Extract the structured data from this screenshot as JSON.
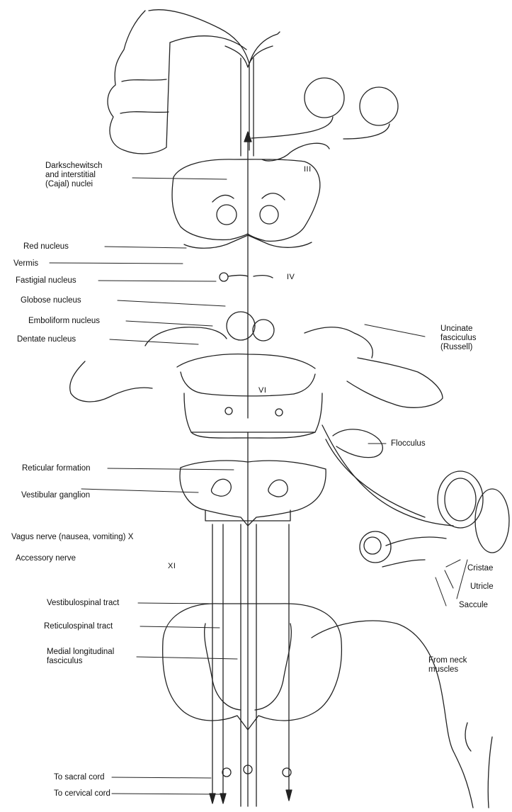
{
  "figure": {
    "labels_left": {
      "darkschewitsch": "Darkschewitsch\nand interstitial\n(Cajal) nuclei",
      "red_nucleus": "Red nucleus",
      "vermis": "Vermis",
      "fastigial": "Fastigial nucleus",
      "globose": "Globose nucleus",
      "emboliform": "Emboliform nucleus",
      "dentate": "Dentate nucleus",
      "reticular_formation": "Reticular formation",
      "vestibular_ganglion": "Vestibular ganglion",
      "vagus": "Vagus nerve (nausea, vomiting) X",
      "accessory": "Accessory nerve",
      "vestibulospinal": "Vestibulospinal tract",
      "reticulospinal": "Reticulospinal tract",
      "mlf": "Medial longitudinal\nfasciculus",
      "to_sacral": "To sacral cord",
      "to_cervical": "To cervical cord"
    },
    "labels_right": {
      "uncinate": "Uncinate\nfasciculus\n(Russell)",
      "flocculus": "Flocculus",
      "cristae": "Cristae",
      "utricle": "Utricle",
      "saccule": "Saccule",
      "from_neck": "From neck\nmuscles"
    },
    "cranial_nerves": {
      "n3": "III",
      "n4": "IV",
      "n6": "VI",
      "n11": "XI"
    }
  }
}
